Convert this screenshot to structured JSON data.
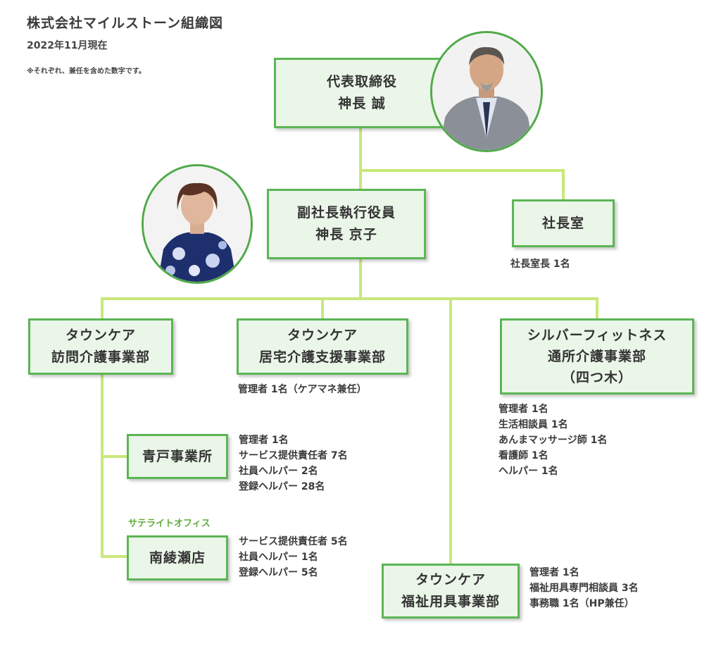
{
  "header": {
    "title": "株式会社マイルストーン組織図",
    "date": "2022年11月現在",
    "note": "※それぞれ、兼任を含めた数字です。"
  },
  "colors": {
    "line": "#c8e87a",
    "box_border": "#5cb555",
    "box_fill": "#eaf6e8",
    "photo_ring": "#4faa48",
    "satellite_label": "#5fae3a"
  },
  "org": {
    "ceo": {
      "line1": "代表取締役",
      "line2": "神長 誠",
      "photo_icon": "portrait-man-suit"
    },
    "vp": {
      "line1": "副社長執行役員",
      "line2": "神長 京子",
      "photo_icon": "portrait-woman-floral"
    },
    "president_office": {
      "line1": "社長室",
      "staff": [
        "社長室長 1名"
      ]
    },
    "visit_care": {
      "line1": "タウンケア",
      "line2": "訪問介護事業部"
    },
    "home_care": {
      "line1": "タウンケア",
      "line2": "居宅介護支援事業部",
      "staff": [
        "管理者 1名（ケアマネ兼任）"
      ]
    },
    "fitness": {
      "line1": "シルバーフィットネス",
      "line2": "通所介護事業部",
      "line3": "（四つ木）",
      "staff": [
        "管理者 1名",
        "生活相談員 1名",
        "あんまマッサージ師 1名",
        "看護師 1名",
        "ヘルパー 1名"
      ]
    },
    "aoto": {
      "line1": "青戸事業所",
      "staff": [
        "管理者 1名",
        "サービス提供責任者 7名",
        "社員ヘルパー 2名",
        "登録ヘルパー 28名"
      ]
    },
    "satellite_label": "サテライトオフィス",
    "minami": {
      "line1": "南綾瀬店",
      "staff": [
        "サービス提供責任者 5名",
        "社員ヘルパー 1名",
        "登録ヘルパー 5名"
      ]
    },
    "welfare": {
      "line1": "タウンケア",
      "line2": "福祉用具事業部",
      "staff": [
        "管理者 1名",
        "福祉用具専門相談員 3名",
        "事務職 1名（HP兼任）"
      ]
    }
  }
}
